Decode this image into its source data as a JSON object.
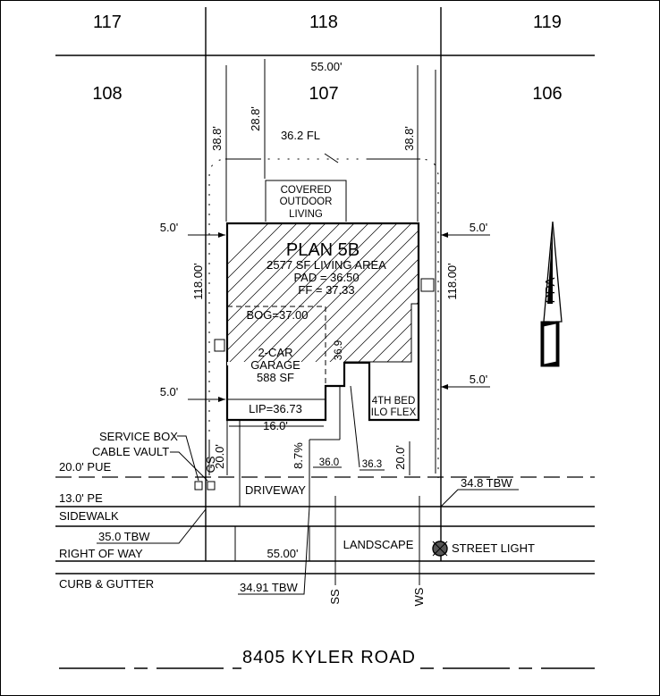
{
  "lots": {
    "top_left": "117",
    "top_center": "118",
    "top_right": "119",
    "left": "108",
    "center": "107",
    "right": "106"
  },
  "dimensions": {
    "lot_width_top": "55.00'",
    "front_setback_rear_left": "38.8'",
    "rear_setback": "28.8'",
    "rear_setback_right": "38.8'",
    "floor_line": "36.2 FL",
    "side_setback_left_upper": "5.0'",
    "side_setback_right_upper": "5.0'",
    "side_setback_left_lower": "5.0'",
    "side_setback_right_lower": "5.0'",
    "lot_depth_left": "118.00'",
    "lot_depth_right": "118.00'",
    "garage_width": "16.0'",
    "front_setback_left": "20.0'",
    "front_setback_right": "20.0'",
    "driveway_slope": "8.7%",
    "elev_36_0": "36.0",
    "elev_36_3": "36.3",
    "elev_36_9": "36.9",
    "lot_width_bottom": "55.00'"
  },
  "house": {
    "covered_outdoor": [
      "COVERED",
      "OUTDOOR",
      "LIVING"
    ],
    "plan_name": "PLAN 5B",
    "living_area": "2577 SF LIVING AREA",
    "pad": "PAD = 36.50",
    "ff": "FF = 37.33",
    "bog": "BOG=37.00",
    "garage": [
      "2-CAR",
      "GARAGE",
      "588 SF"
    ],
    "lip": "LIP=36.73",
    "bed": [
      "4TH BED",
      "ILO FLEX"
    ]
  },
  "site_labels": {
    "service_box": "SERVICE BOX",
    "cable_vault": "CABLE VAULT",
    "gs": "GS",
    "pue": "20.0' PUE",
    "pe": "13.0' PE",
    "sidewalk": "SIDEWALK",
    "tbw_350": "35.0 TBW",
    "right_of_way": "RIGHT OF WAY",
    "curb": "CURB & GUTTER",
    "tbw_3491": "34.91 TBW",
    "driveway": "DRIVEWAY",
    "landscape": "LANDSCAPE",
    "tbw_348": "34.8 TBW",
    "street_light": "STREET LIGHT",
    "ss": "SS",
    "ws": "WS"
  },
  "street": {
    "name": "8405 KYLER ROAD"
  },
  "north_arrow": {
    "label": "PPA"
  }
}
